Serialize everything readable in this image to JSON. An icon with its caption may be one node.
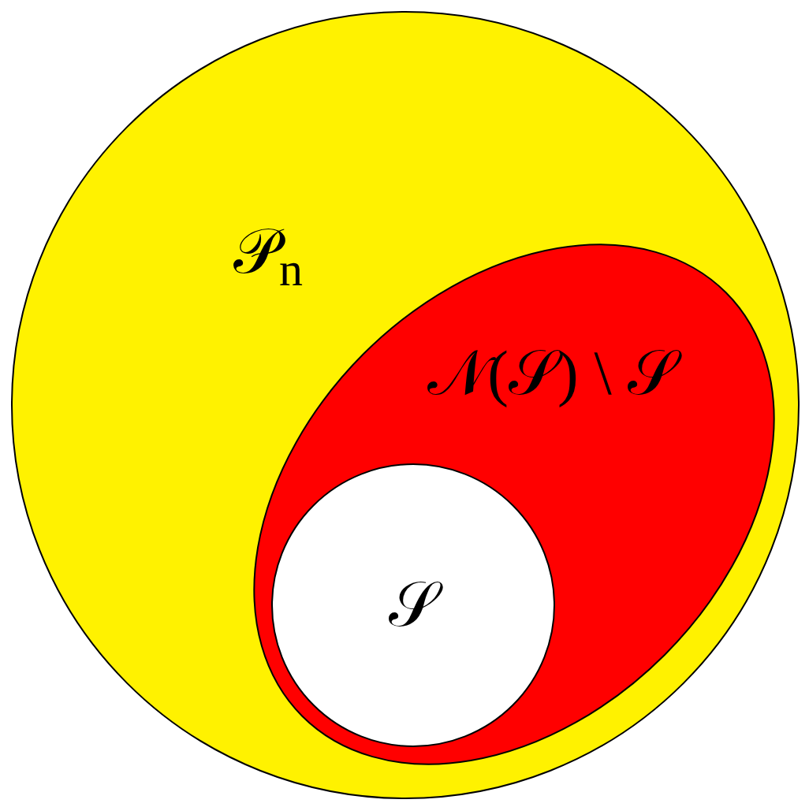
{
  "diagram": {
    "nodes": [
      {
        "text": [
          "𝒫$_{n}$"
        ]
      },
      {
        "text": [
          "𝒩(𝒮) \\ 𝒮"
        ],
        "in": 0
      },
      {
        "text": [
          "𝒮"
        ],
        "in": 1
      }
    ]
  }
}
